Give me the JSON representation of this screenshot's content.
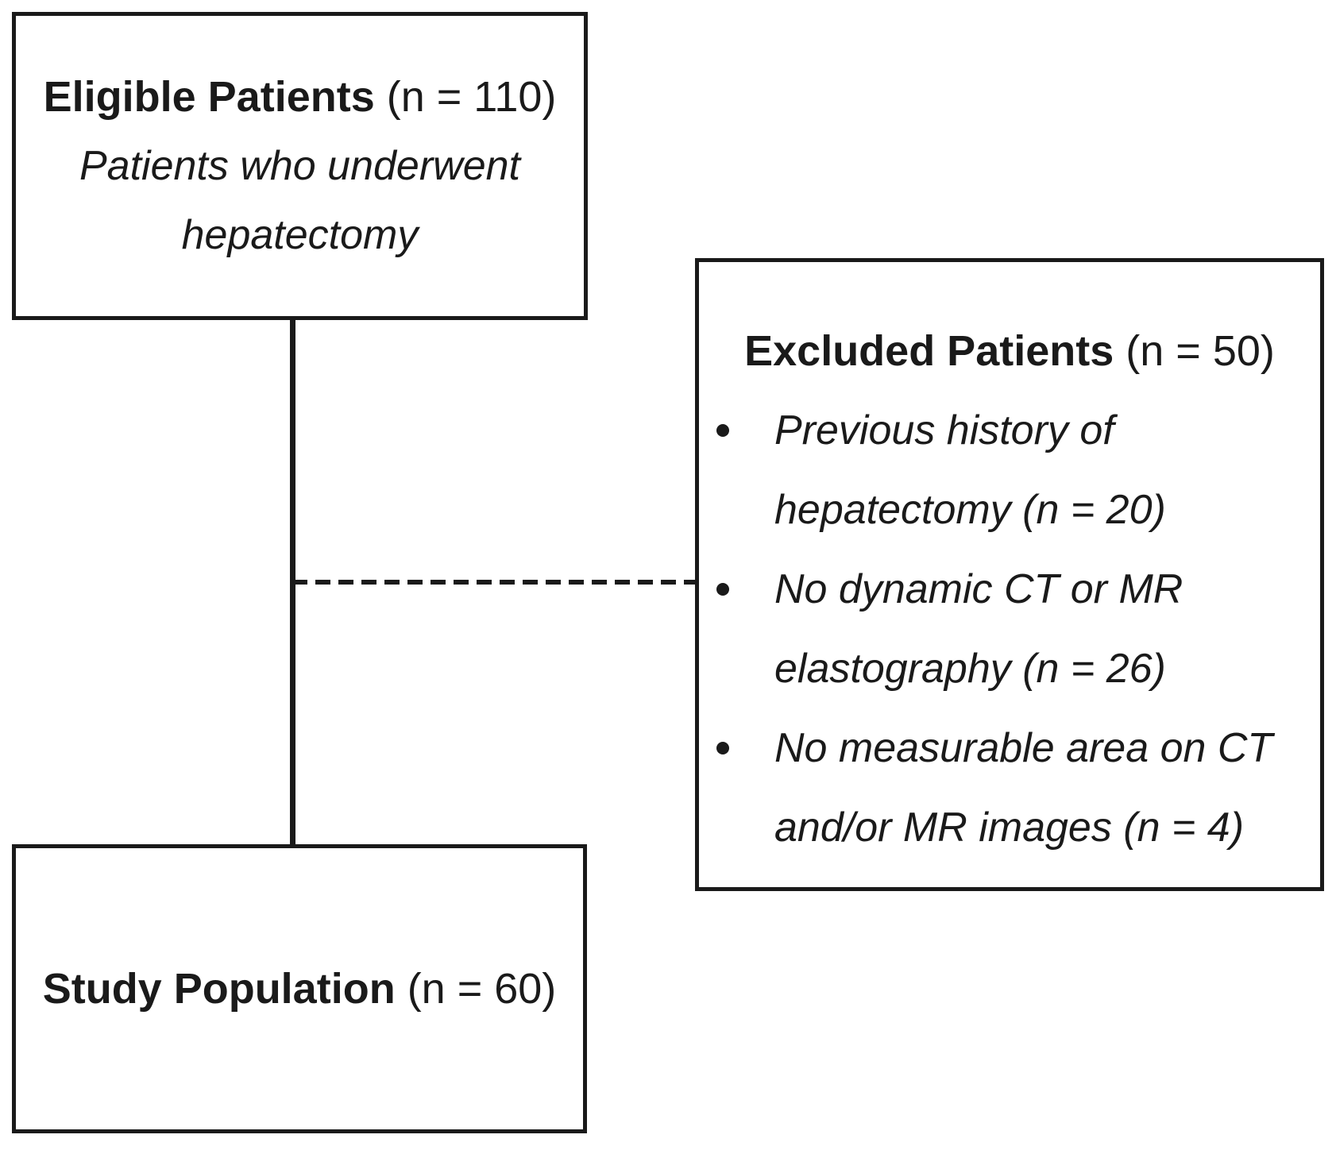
{
  "boxes": {
    "eligible": {
      "title_bold": "Eligible Patients",
      "title_rest": " (n = 110)",
      "subtitle_line1": "Patients who underwent",
      "subtitle_line2": "hepatectomy"
    },
    "excluded": {
      "title_bold": "Excluded Patients",
      "title_rest": " (n = 50)",
      "bullets": [
        "Previous history of hepatectomy (n = 20)",
        "No dynamic CT or MR elastography (n = 26)",
        "No measurable area on CT and/or MR images (n = 4)"
      ]
    },
    "study": {
      "title_bold": "Study Population",
      "title_rest": " (n = 60)"
    }
  },
  "colors": {
    "line": "#1a1a1a",
    "text": "#1a1a1a",
    "background": "#ffffff"
  }
}
